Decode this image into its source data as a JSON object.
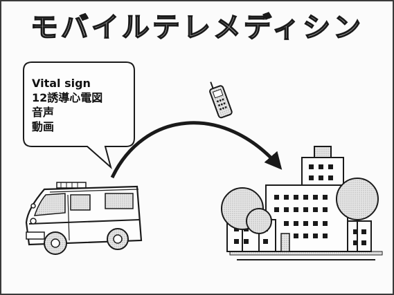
{
  "slide": {
    "title": "モバイルテレメディシン",
    "bubble_lines": [
      "Vital sign",
      "12誘導心電図",
      "音声",
      "動画"
    ]
  },
  "colors": {
    "line": "#1a1a1a",
    "fill_gray": "#cfcfcf",
    "background": "#fbfbfb"
  },
  "icons": [
    "speech-bubble",
    "ambulance-icon",
    "cell-phone-icon",
    "hospital-icon",
    "curved-arrow"
  ]
}
